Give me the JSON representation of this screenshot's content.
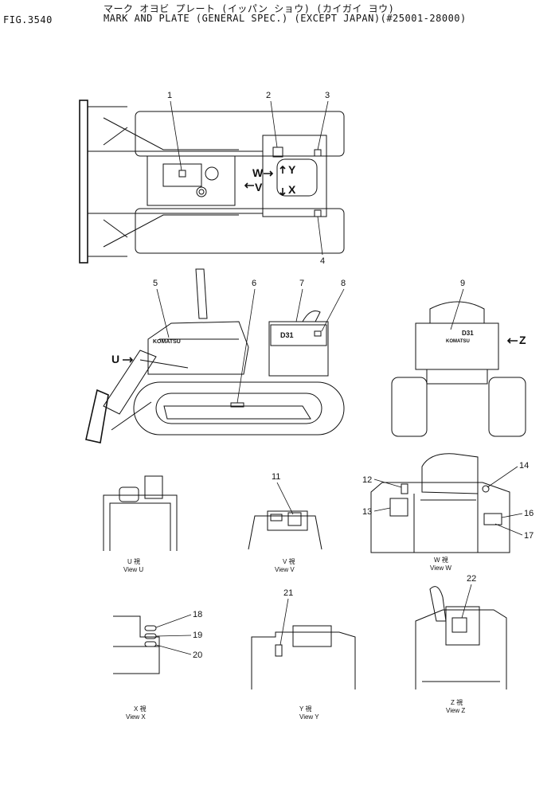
{
  "header": {
    "fig_number": "FIG.3540",
    "title_katakana": "マーク オヨビ プレート (イッパン ショウ) (カイガイ ヨウ)",
    "title": "MARK AND PLATE (GENERAL SPEC.) (EXCEPT JAPAN)(#25001-28000)"
  },
  "view_markers": {
    "w": "W",
    "v": "V",
    "y": "Y",
    "x": "X",
    "u": "U",
    "z": "Z"
  },
  "machine_labels": {
    "model": "D31",
    "brand": "KOMATSU"
  },
  "callouts": [
    "1",
    "2",
    "3",
    "4",
    "5",
    "6",
    "7",
    "8",
    "9",
    "11",
    "12",
    "13",
    "14",
    "16",
    "17",
    "18",
    "19",
    "20",
    "21",
    "22"
  ],
  "view_captions": {
    "u": {
      "jp": "U 視",
      "en": "View U"
    },
    "v": {
      "jp": "V 視",
      "en": "View V"
    },
    "w": {
      "jp": "W 視",
      "en": "View W"
    },
    "x": {
      "jp": "X 視",
      "en": "View X"
    },
    "y": {
      "jp": "Y 視",
      "en": "View Y"
    },
    "z": {
      "jp": "Z 視",
      "en": "View Z"
    }
  }
}
